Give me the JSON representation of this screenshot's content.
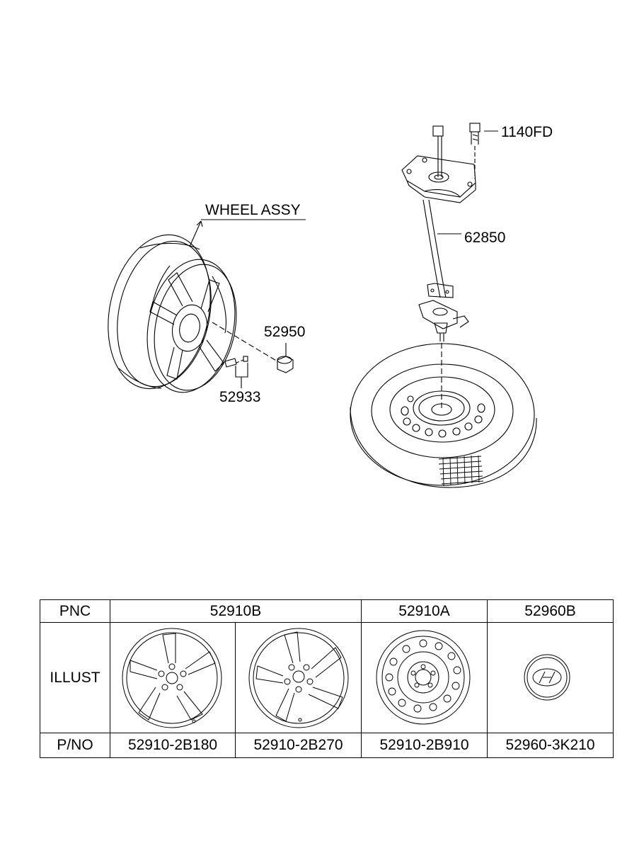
{
  "diagram": {
    "labels": {
      "wheel_assy": "WHEEL ASSY",
      "p52950": "52950",
      "p52933": "52933",
      "p1140FD": "1140FD",
      "p62850": "62850"
    }
  },
  "table": {
    "headers": {
      "pnc": "PNC",
      "illust": "ILLUST",
      "pno": "P/NO"
    },
    "pnc_values": [
      "52910B",
      "52910A",
      "52960B"
    ],
    "part_numbers": [
      "52910-2B180",
      "52910-2B270",
      "52910-2B910",
      "52960-3K210"
    ]
  }
}
